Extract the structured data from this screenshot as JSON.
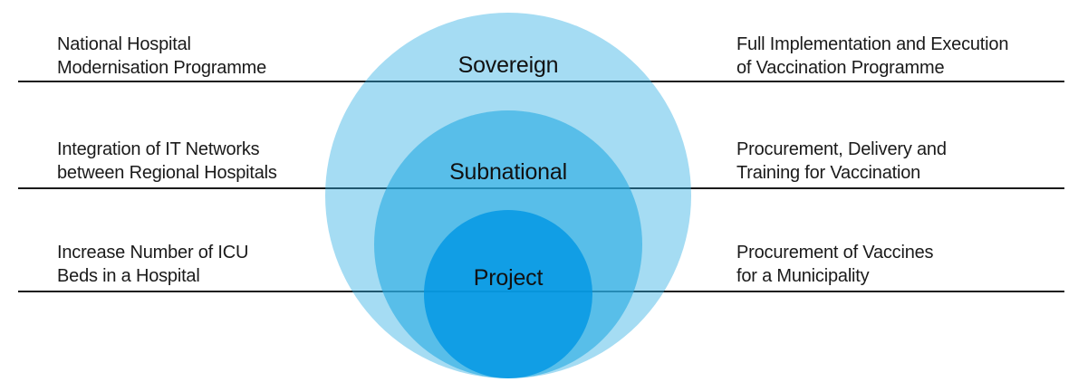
{
  "diagram": {
    "rows": [
      {
        "level": "Sovereign",
        "left": "National Hospital\nModernisation Programme",
        "right": "Full Implementation and Execution\nof Vaccination Programme"
      },
      {
        "level": "Subnational",
        "left": "Integration of IT Networks\nbetween Regional Hospitals",
        "right": "Procurement, Delivery and\nTraining for Vaccination"
      },
      {
        "level": "Project",
        "left": "Increase Number of ICU\nBeds in a Hospital",
        "right": "Procurement of Vaccines\nfor a Municipality"
      }
    ],
    "colors": {
      "outer_circle": "rgba(41,171,226,0.42)",
      "middle_circle": "rgba(41,171,226,0.62)",
      "inner_circle": "rgba(0,150,228,0.80)",
      "divider_line": "#1a1a1a",
      "text": "#1a1a1a"
    }
  }
}
